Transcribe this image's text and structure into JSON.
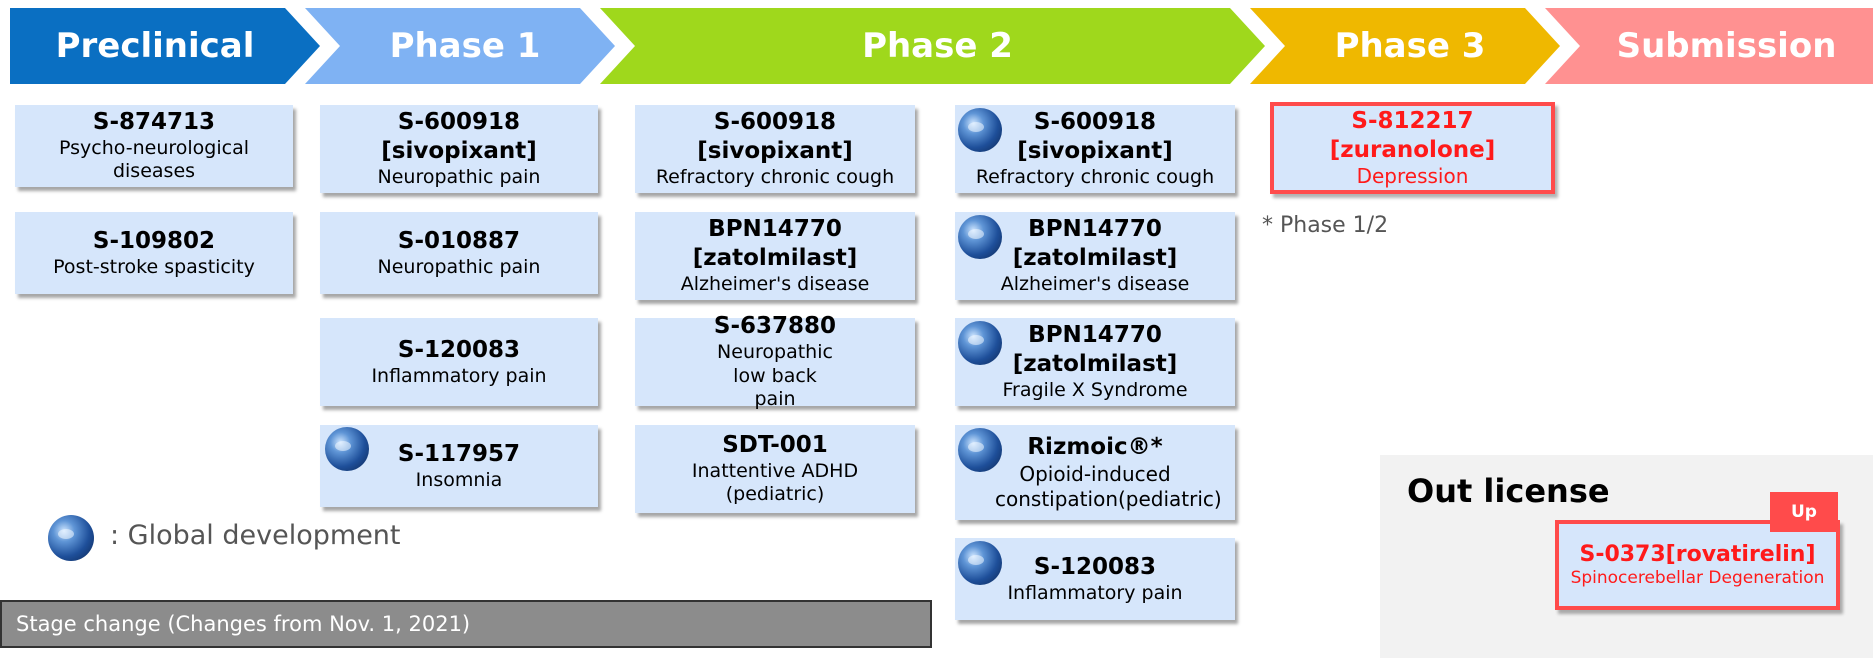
{
  "stages": {
    "preclinical": "Preclinical",
    "phase1": "Phase 1",
    "phase2": "Phase 2",
    "phase3": "Phase 3",
    "submission": "Submission"
  },
  "preclinical": [
    {
      "id": "S-874713",
      "indication": "Psycho-neurological diseases"
    },
    {
      "id": "S-109802",
      "indication": "Post-stroke spasticity"
    }
  ],
  "phase1": [
    {
      "id": "S-600918",
      "name": "[sivopixant]",
      "indication": "Neuropathic pain"
    },
    {
      "id": "S-010887",
      "indication": "Neuropathic pain"
    },
    {
      "id": "S-120083",
      "indication": "Inflammatory pain"
    },
    {
      "id": "S-117957",
      "indication": "Insomnia",
      "global": true
    }
  ],
  "phase2_left": [
    {
      "id": "S-600918",
      "name": "[sivopixant]",
      "indication": "Refractory chronic cough"
    },
    {
      "id": "BPN14770",
      "name": "[zatolmilast]",
      "indication": "Alzheimer's disease"
    },
    {
      "id": "S-637880",
      "indication": "Neuropathic low back pain"
    },
    {
      "id": "SDT-001",
      "indication": "Inattentive ADHD (pediatric)"
    }
  ],
  "phase2_right": [
    {
      "id": "S-600918",
      "name": "[sivopixant]",
      "indication": "Refractory chronic cough",
      "global": true
    },
    {
      "id": "BPN14770",
      "name": "[zatolmilast]",
      "indication": "Alzheimer's disease",
      "global": true
    },
    {
      "id": "BPN14770",
      "name": "[zatolmilast]",
      "indication": "Fragile X Syndrome",
      "global": true
    },
    {
      "id": "Rizmoic®*",
      "indication": "Opioid-induced constipation(pediatric)",
      "global": true
    },
    {
      "id": "S-120083",
      "indication": "Inflammatory pain",
      "global": true
    }
  ],
  "phase3": [
    {
      "id": "S-812217",
      "name": "[zuranolone]",
      "indication": "Depression"
    }
  ],
  "footnote": "* Phase 1/2",
  "legend": {
    "text": ": Global development"
  },
  "stage_change": {
    "text": "Stage change (Changes from Nov. 1, 2021)"
  },
  "out_license": {
    "title": "Out license",
    "badge": "Up",
    "id": "S-0373[rovatirelin]",
    "indication": "Spinocerebellar Degeneration"
  },
  "colors": {
    "preclinical": "#0a6fc2",
    "phase1": "#7fb2f3",
    "phase2": "#9fd81c",
    "phase3": "#efb800",
    "submission": "#ff9191",
    "card": "#d6e6fb",
    "highlight": "#ff1a1a"
  }
}
